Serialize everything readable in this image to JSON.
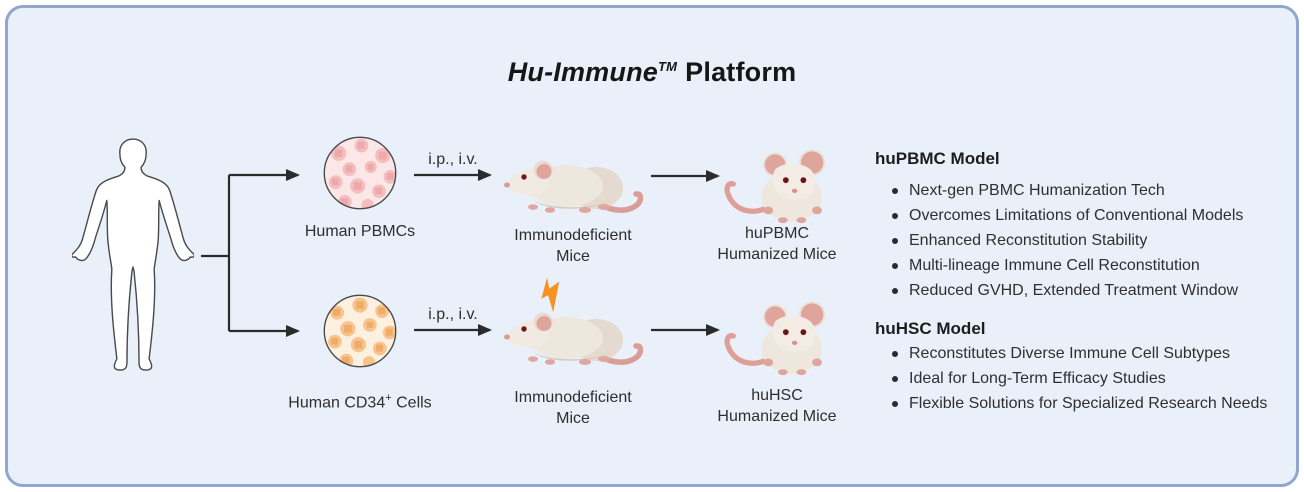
{
  "title": {
    "brand": "Hu-Immune",
    "trademark": "TM",
    "suffix": "Platform"
  },
  "pathways": [
    {
      "cells_label": "Human PBMCs",
      "route_label": "i.p., i.v.",
      "host_line1": "Immunodeficient",
      "host_line2": "Mice",
      "product_line1": "huPBMC",
      "product_line2": "Humanized Mice"
    },
    {
      "cells_label_pre": "Human CD34",
      "cells_label_sup": "+",
      "cells_label_post": " Cells",
      "route_label": "i.p., i.v.",
      "host_line1": "Immunodeficient",
      "host_line2": "Mice",
      "product_line1": "huHSC",
      "product_line2": "Humanized Mice"
    }
  ],
  "models": [
    {
      "heading": "huPBMC Model",
      "bullets": [
        "Next-gen PBMC Humanization Tech",
        "Overcomes Limitations of Conventional Models",
        "Enhanced Reconstitution Stability",
        "Multi-lineage Immune Cell Reconstitution",
        "Reduced GVHD, Extended Treatment Window"
      ]
    },
    {
      "heading": "huHSC Model",
      "bullets": [
        "Reconstitutes Diverse Immune Cell Subtypes",
        "Ideal for Long-Term Efficacy Studies",
        "Flexible Solutions for Specialized Research Needs"
      ]
    }
  ],
  "colors": {
    "background": "#e9f0fa",
    "frame_border": "#8fa6ce",
    "arrow": "#2b2b2b",
    "text": "#2e2e2e",
    "pbmc_cell_fill": "#f4bebe",
    "pbmc_circle_bg": "#fbe7e7",
    "cd34_cell_fill": "#f6c48c",
    "cd34_circle_bg": "#fdf0e1",
    "mouse_body": "#eee7de",
    "mouse_pink": "#dfa49c",
    "lightning": "#f59222"
  }
}
